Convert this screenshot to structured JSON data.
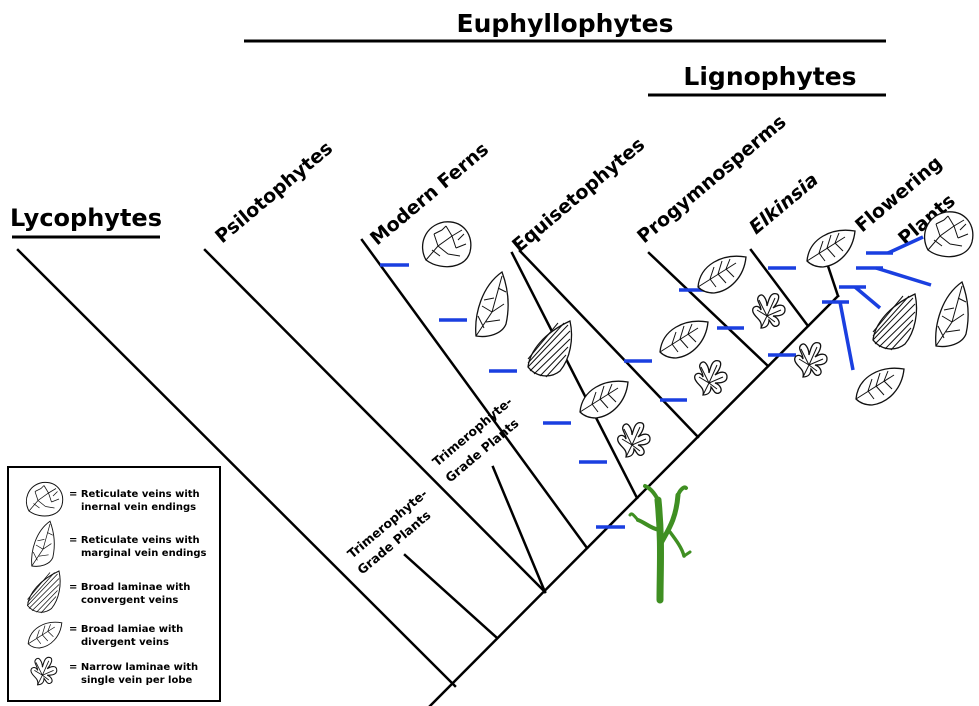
{
  "headers": {
    "euphyllophytes": "Euphyllophytes",
    "lignophytes": "Lignophytes",
    "lycophytes": "Lycophytes"
  },
  "taxa": {
    "psilotophytes": "Psilotophytes",
    "modern_ferns": "Modern Ferns",
    "equisetophytes": "Equisetophytes",
    "progymnosperms": "Progymnosperms",
    "elkinsia": "Elkinsia",
    "flowering_line1": "Flowering",
    "flowering_line2": "Plants"
  },
  "grades": {
    "grade1_line1": "Trimerophyte-",
    "grade1_line2": "Grade Plants",
    "grade2_line1": "Trimerophyte-",
    "grade2_line2": "Grade Plants"
  },
  "legend": {
    "items": [
      {
        "line1": "= Reticulate veins with",
        "line2": "inernal vein endings",
        "icon": "reticulate-internal-leaf-icon"
      },
      {
        "line1": "= Reticulate veins with",
        "line2": "marginal vein endings",
        "icon": "reticulate-marginal-leaf-icon"
      },
      {
        "line1": "= Broad laminae with",
        "line2": "convergent veins",
        "icon": "convergent-leaf-icon"
      },
      {
        "line1": "= Broad lamiae with",
        "line2": "divergent veins",
        "icon": "divergent-leaf-icon"
      },
      {
        "line1": "= Narrow laminae with",
        "line2": "single vein per lobe",
        "icon": "lobed-leaf-icon"
      }
    ]
  },
  "colors": {
    "character_bar": "#1a3fe0",
    "ancestral_plant": "#3f8f22"
  }
}
